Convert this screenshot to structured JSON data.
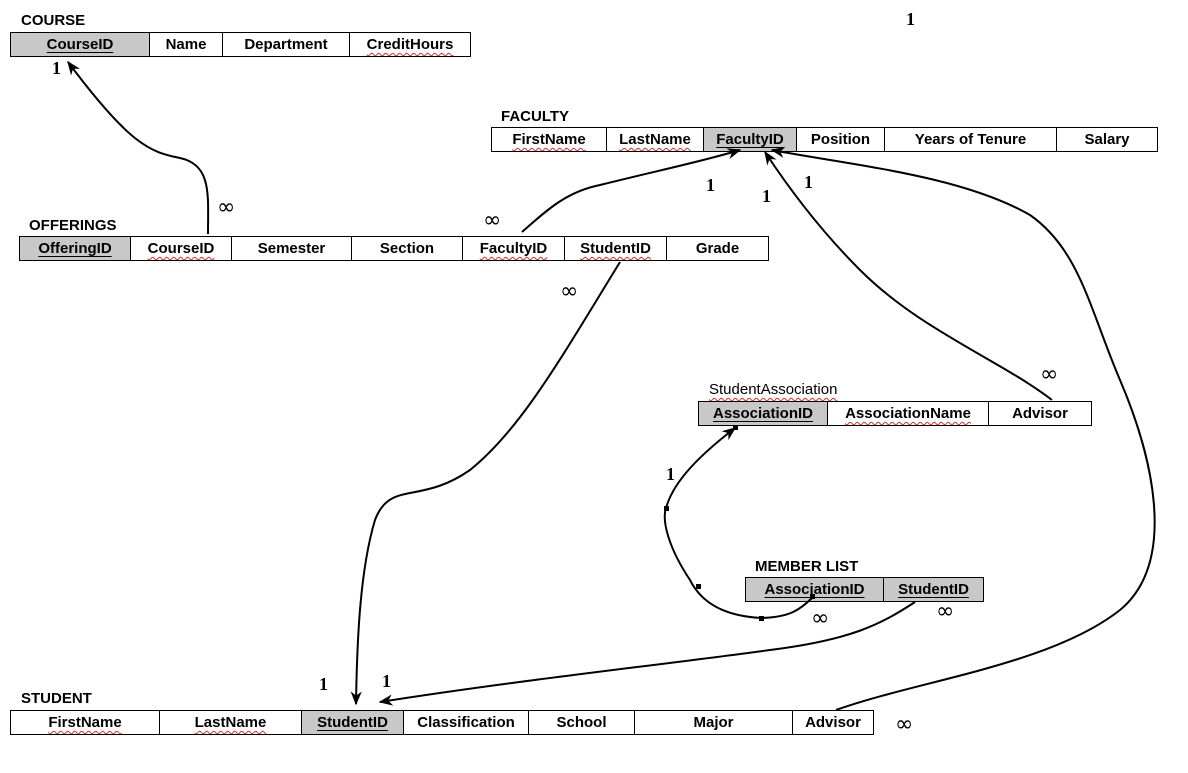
{
  "page_number": "1",
  "tables": {
    "course": {
      "name": "COURSE",
      "columns": [
        "CourseID",
        "Name",
        "Department",
        "CreditHours"
      ]
    },
    "faculty": {
      "name": "FACULTY",
      "columns": [
        "FirstName",
        "LastName",
        "FacultyID",
        "Position",
        "Years of Tenure",
        "Salary"
      ]
    },
    "offerings": {
      "name": "OFFERINGS",
      "columns": [
        "OfferingID",
        "CourseID",
        "Semester",
        "Section",
        "FacultyID",
        "StudentID",
        "Grade"
      ]
    },
    "student_association": {
      "name": "StudentAssociation",
      "columns": [
        "AssociationID",
        "AssociationName",
        "Advisor"
      ]
    },
    "member_list": {
      "name": "MEMBER LIST",
      "columns": [
        "AssociationID",
        "StudentID"
      ]
    },
    "student": {
      "name": "STUDENT",
      "columns": [
        "FirstName",
        "LastName",
        "StudentID",
        "Classification",
        "School",
        "Major",
        "Advisor"
      ]
    }
  },
  "cardinality": {
    "one": "1",
    "many": "∞"
  },
  "colors": {
    "key_fill": "#c8c8c8",
    "line": "#000000",
    "spellcheck": "#d0302a"
  }
}
